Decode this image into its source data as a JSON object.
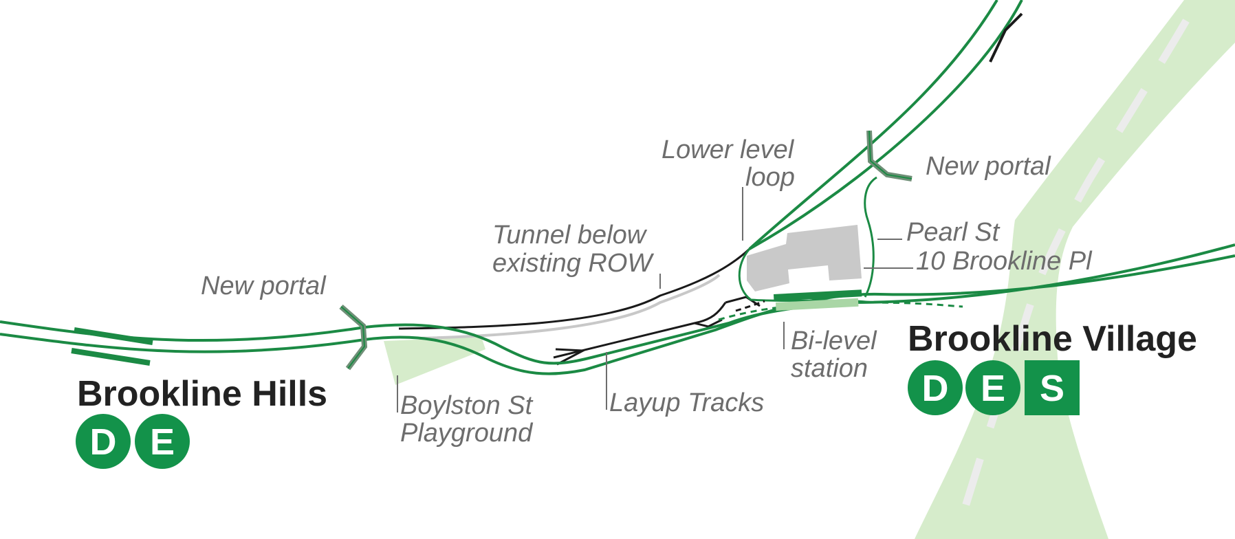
{
  "colors": {
    "green_line": "#1b8a44",
    "track_black": "#1a1a1a",
    "existing_row_gray": "#c8c8c8",
    "park_fill": "#d6eccb",
    "building_fill": "#c9c9c9",
    "label_gray": "#6d6d6d",
    "station_text": "#222222",
    "route_bullet": "#13924a"
  },
  "labels": {
    "new_portal_west": "New portal",
    "tunnel_line1": "Tunnel below",
    "tunnel_line2": "existing ROW",
    "lower_loop_line1": "Lower level",
    "lower_loop_line2": "loop",
    "new_portal_east": "New portal",
    "pearl_st": "Pearl St",
    "brookline_pl": "10 Brookline Pl",
    "bilevel_line1": "Bi-level",
    "bilevel_line2": "station",
    "playground_line1": "Boylston St",
    "playground_line2": "Playground",
    "layup": "Layup Tracks"
  },
  "stations": {
    "hills": {
      "name": "Brookline Hills",
      "routes": [
        "D",
        "E"
      ]
    },
    "village": {
      "name": "Brookline Village",
      "routes": [
        "D",
        "E",
        "S"
      ]
    }
  }
}
